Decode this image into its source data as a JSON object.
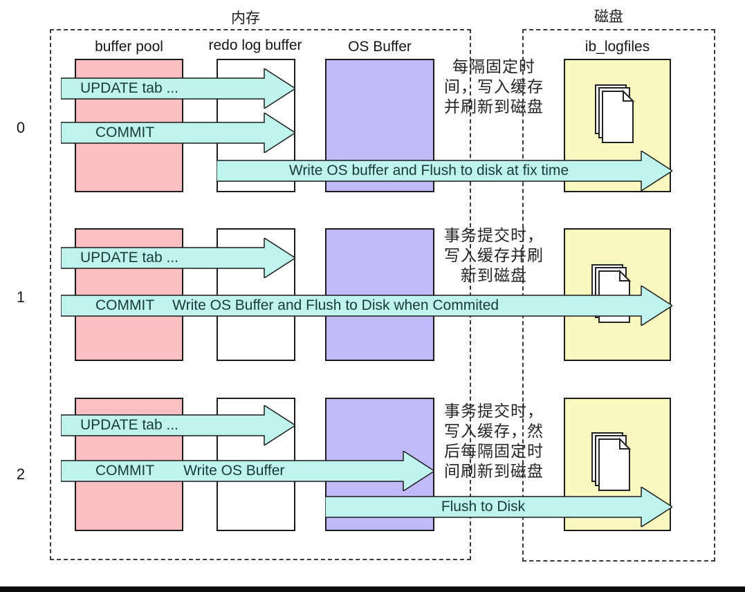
{
  "regions": {
    "memory_label": "内存",
    "disk_label": "磁盘"
  },
  "columns": {
    "buffer_pool": "buffer pool",
    "redo_log_buffer": "redo log buffer",
    "os_buffer": "OS Buffer",
    "ib_logfiles": "ib_logfiles"
  },
  "rows": [
    {
      "id": "0",
      "update_label": "UPDATE tab ...",
      "commit_label": "COMMIT",
      "flow_label": "Write OS buffer and Flush to disk at fix time",
      "note": "每隔固定时\n间，写入缓存\n并刷新到磁盘"
    },
    {
      "id": "1",
      "update_label": "UPDATE tab ...",
      "commit_label": "COMMIT",
      "flow_label": "Write OS Buffer and Flush to Disk when Commited",
      "note": "事务提交时，\n写入缓存并刷\n新到磁盘"
    },
    {
      "id": "2",
      "update_label": "UPDATE tab ...",
      "commit_label": "COMMIT",
      "write_label": "Write OS Buffer",
      "flush_label": "Flush to Disk",
      "note": "事务提交时，\n写入缓存，然\n后每隔固定时\n间刷新到磁盘"
    }
  ],
  "colors": {
    "buffer_pool_fill": "#FCC0C2",
    "os_buffer_fill": "#C0BAF8",
    "ib_logfiles_fill": "#FAF7C0",
    "arrow_fill": "#BFF3EE",
    "arrow_text": "#17393B"
  }
}
